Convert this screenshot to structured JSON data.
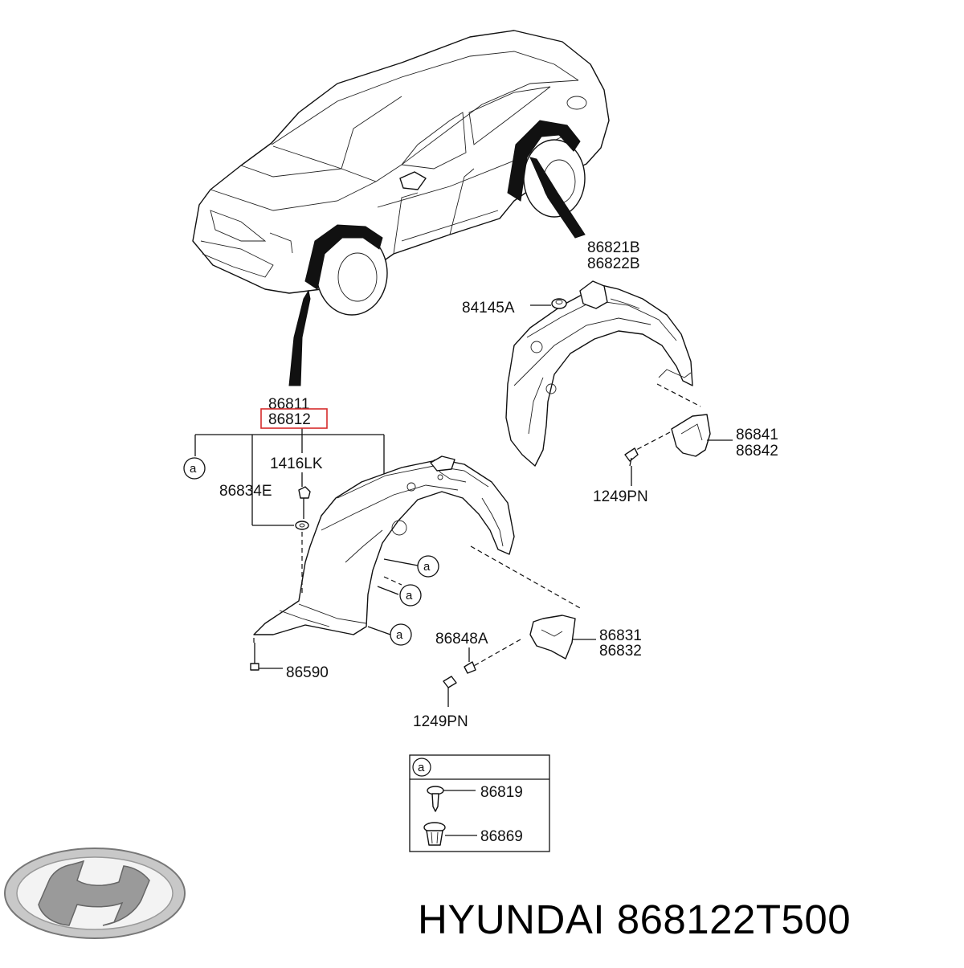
{
  "brand": "HYUNDAI",
  "part_number": "868122T500",
  "callout_marker": "a",
  "front_assembly": {
    "label_top": "86811",
    "label_selected": "86812",
    "selected_box_color": "#d62b2b"
  },
  "labels": {
    "rear_guard_1": "86821B",
    "rear_guard_2": "86822B",
    "nut": "84145A",
    "rear_flap_1": "86841",
    "rear_flap_2": "86842",
    "rear_screw": "1249PN",
    "clip_1416": "1416LK",
    "washer": "86834E",
    "front_flap_screw_clip": "86848A",
    "front_flap_1": "86831",
    "front_flap_2": "86832",
    "bottom_screw": "86590",
    "front_screw": "1249PN"
  },
  "legend": {
    "header": "a",
    "items": [
      {
        "part": "86819",
        "icon": "screw-icon"
      },
      {
        "part": "86869",
        "icon": "push-clip-icon"
      }
    ]
  },
  "icons": [
    "hyundai-logo-icon",
    "car-outline-icon",
    "front-wheel-guard-icon",
    "rear-wheel-guard-icon",
    "mud-flap-icon"
  ]
}
